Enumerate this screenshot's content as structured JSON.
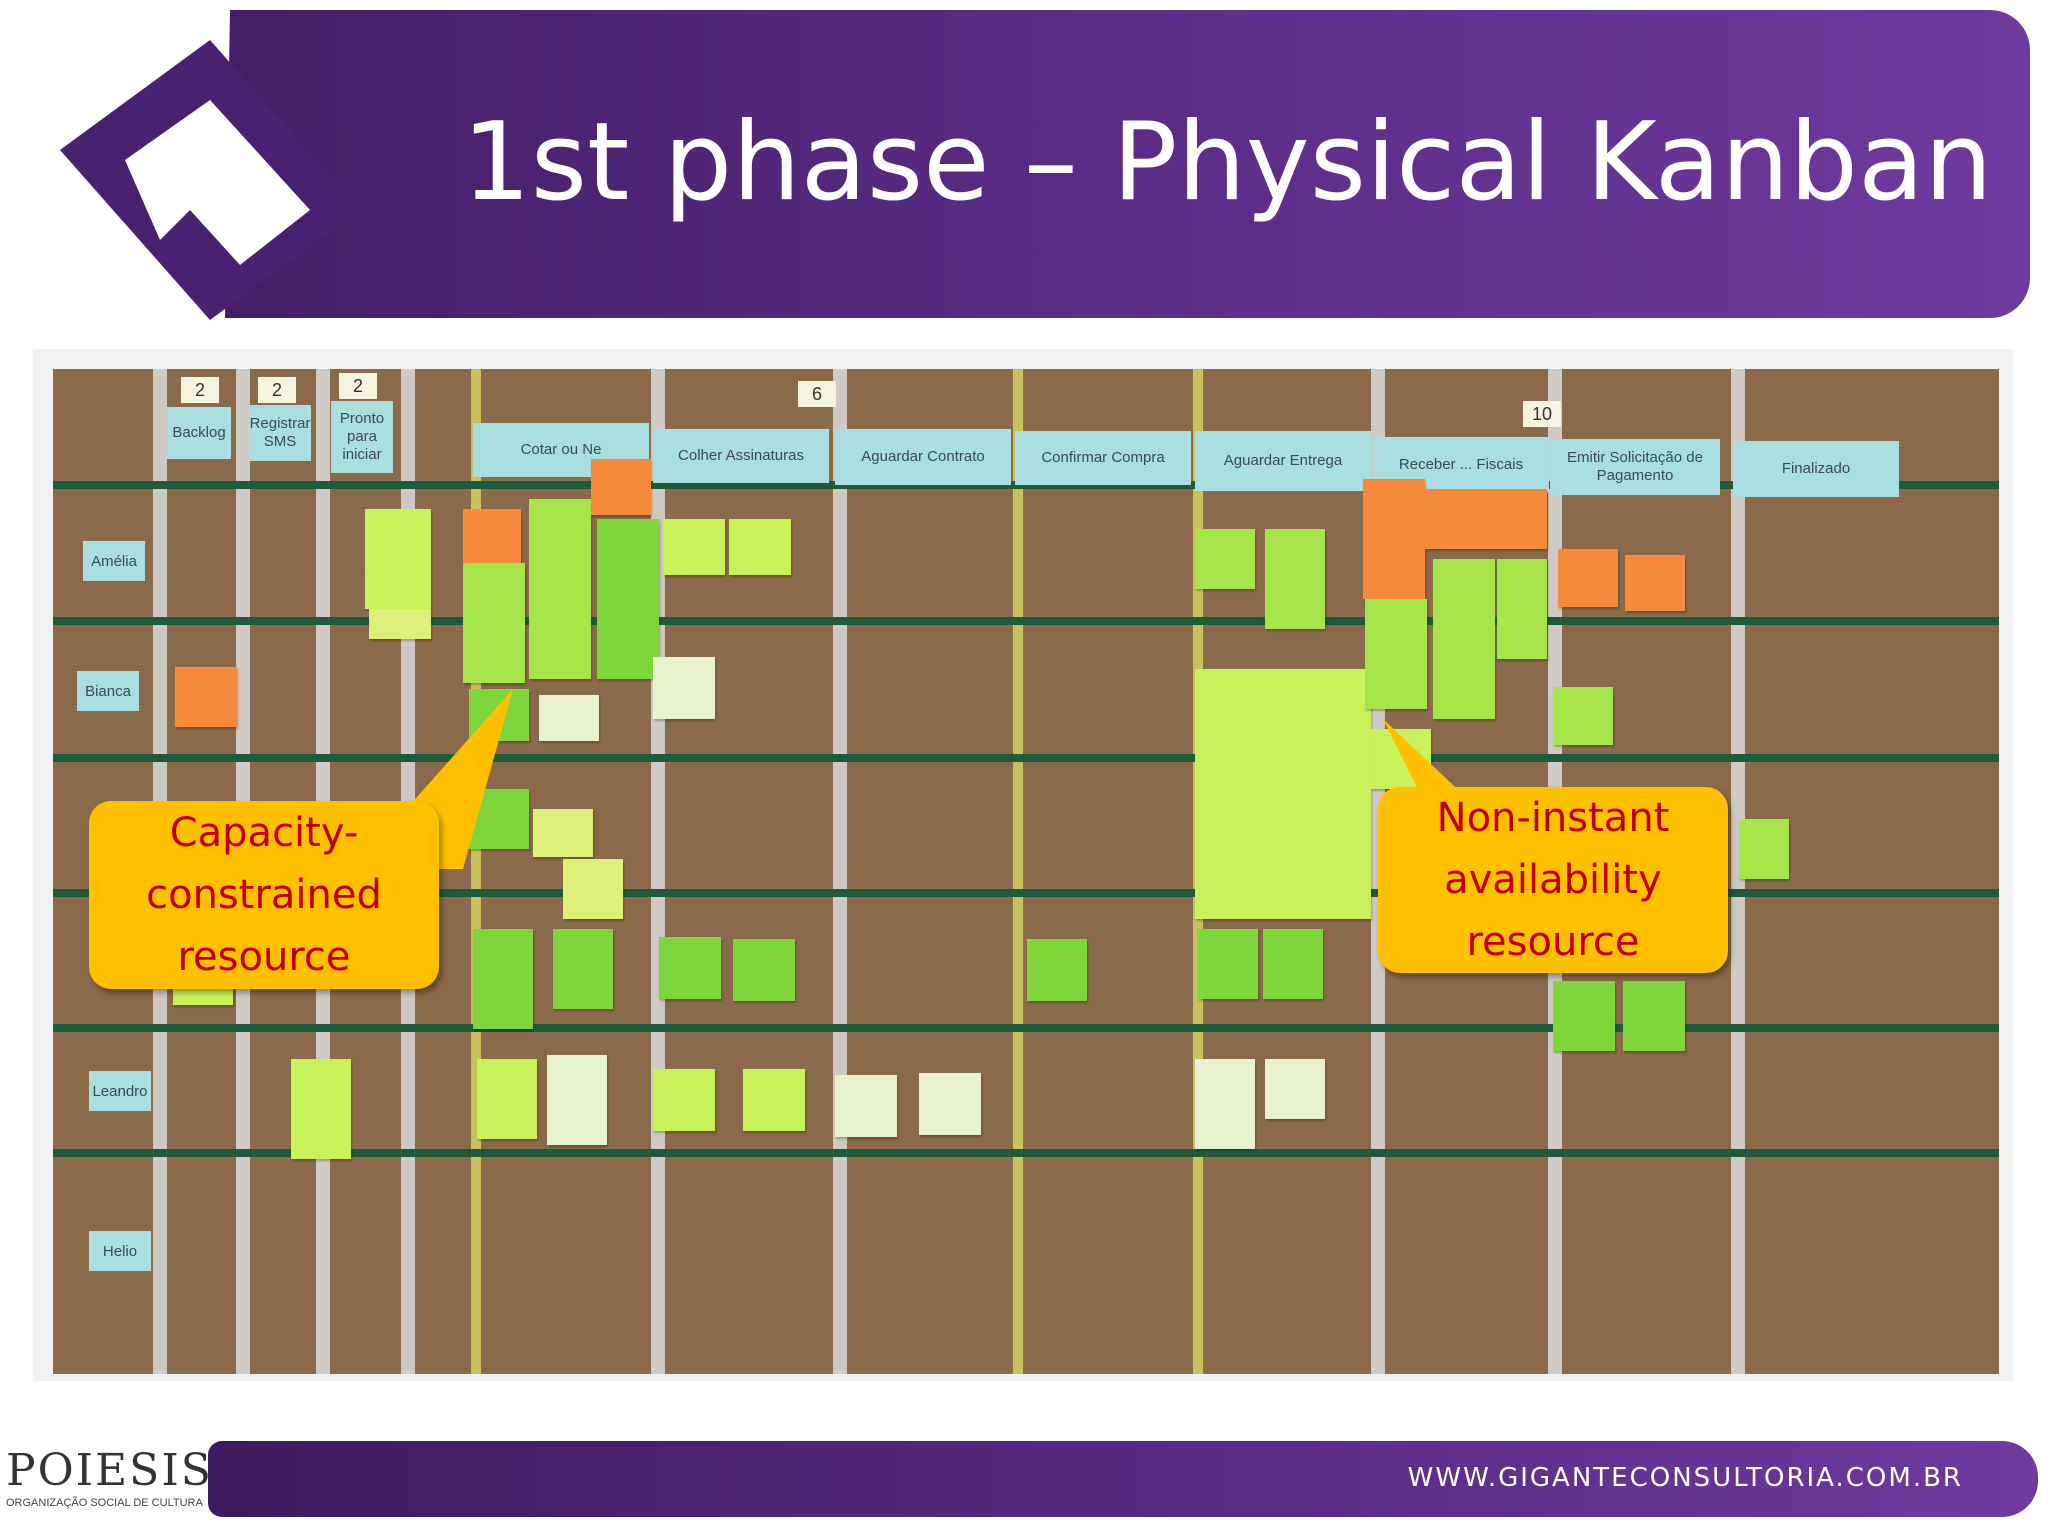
{
  "slide": {
    "title": "1st phase – Physical Kanban"
  },
  "board": {
    "wip_limits": [
      "2",
      "2",
      "2",
      "6",
      "10"
    ],
    "columns": [
      "Backlog",
      "Registrar SMS",
      "Pronto para iniciar",
      "Cotar ou Ne",
      "Colher Assinaturas",
      "Aguardar Contrato",
      "Confirmar Compra",
      "Aguardar Entrega",
      "Receber ... Fiscais",
      "Emitir Solicitação de Pagamento",
      "Finalizado"
    ],
    "rows": [
      "Amélia",
      "Bianca",
      "Leandro",
      "Helio"
    ]
  },
  "callouts": {
    "left": [
      "Capacity-",
      "constrained",
      "resource"
    ],
    "right": [
      "Non-instant",
      "availability",
      "resource"
    ]
  },
  "footer": {
    "url": "WWW.GIGANTECONSULTORIA.COM.BR",
    "logo_name": "POIESIS",
    "logo_subtitle": "ORGANIZAÇÃO SOCIAL DE CULTURA"
  },
  "colors": {
    "header_purple": "#5b2c86",
    "callout_fill": "#ffc000",
    "callout_text": "#c00000",
    "board_brown": "#8a6a4a",
    "label_cyan": "#a9dfe0"
  }
}
